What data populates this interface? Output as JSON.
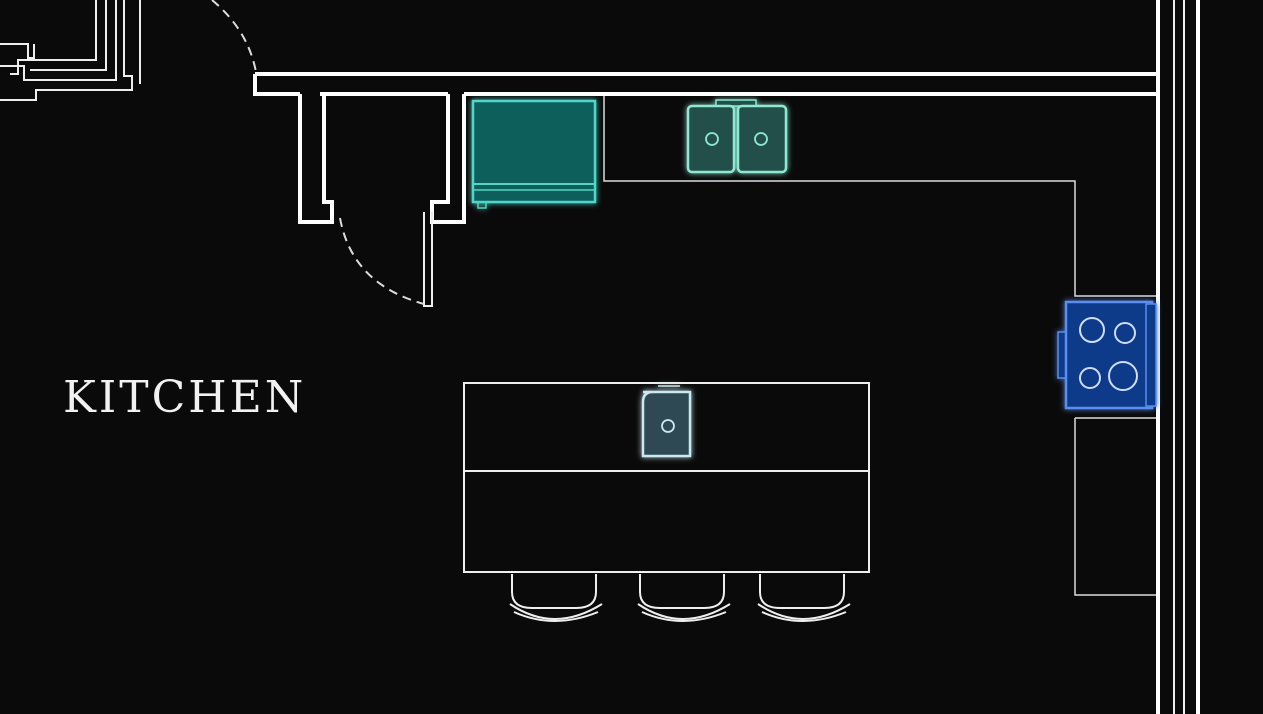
{
  "room": {
    "label": "KITCHEN"
  },
  "colors": {
    "background": "#0a0a0a",
    "wall": "#ffffff",
    "dishwasher_fill": "#0f5f5c",
    "dishwasher_glow": "#4fd6c7",
    "sink_fill": "#23504a",
    "sink_glow": "#8fe8d2",
    "prep_sink_fill": "#2e4a52",
    "prep_sink_glow": "#c9e8f0",
    "cooktop_fill": "#0c3a8a",
    "cooktop_glow": "#5a8ef0"
  },
  "fixtures": {
    "dishwasher": "dishwasher",
    "double_sink": "double-sink",
    "cooktop": "cooktop",
    "prep_sink": "prep-sink",
    "island": "island",
    "stools": 3
  }
}
